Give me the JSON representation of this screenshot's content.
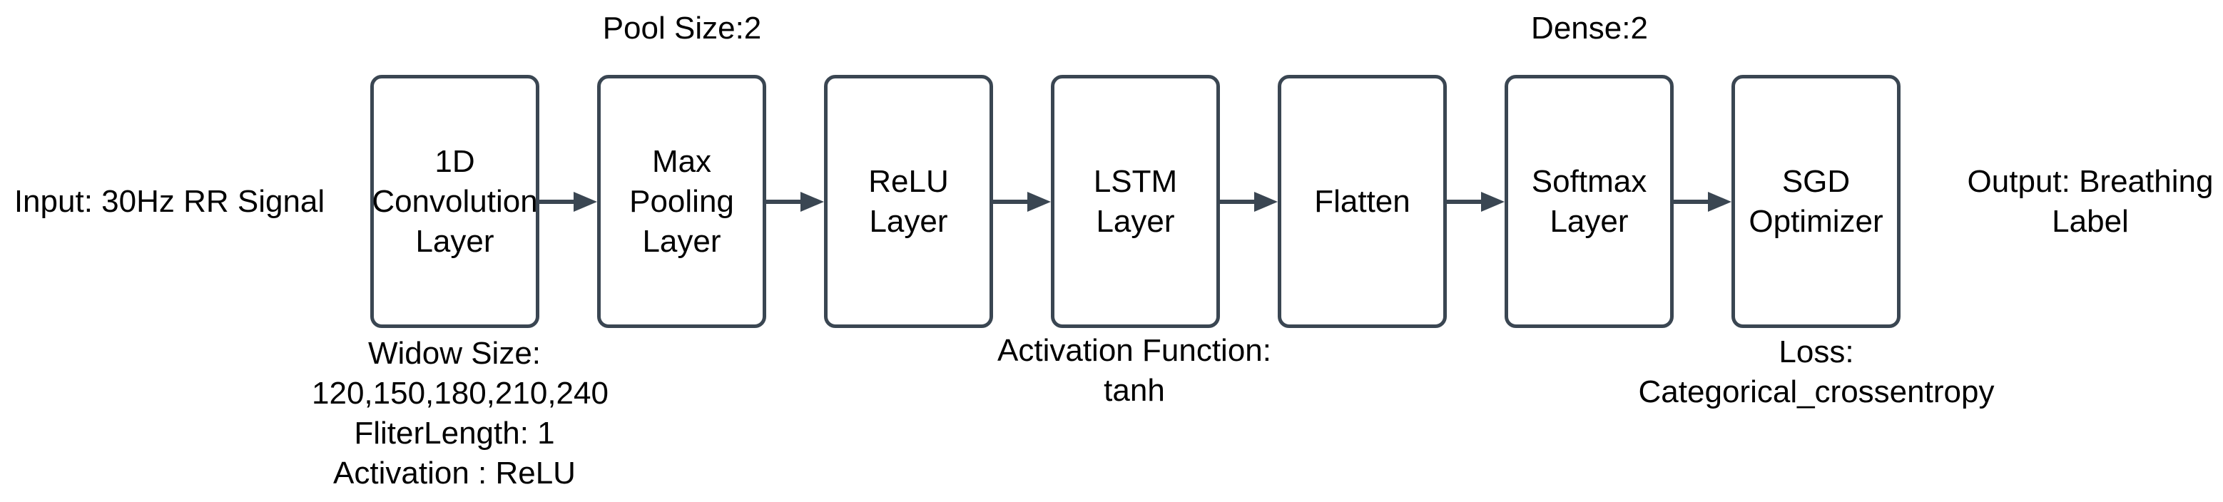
{
  "colors": {
    "stroke": "#3a4652",
    "text": "#000000",
    "background": "#ffffff"
  },
  "input_label": "Input: 30Hz RR Signal",
  "output_label": "Output: Breathing\nLabel",
  "nodes": [
    {
      "label": "1D\nConvolution\nLayer"
    },
    {
      "label": "Max\nPooling\nLayer"
    },
    {
      "label": "ReLU\nLayer"
    },
    {
      "label": "LSTM\nLayer"
    },
    {
      "label": "Flatten"
    },
    {
      "label": "Softmax\nLayer"
    },
    {
      "label": "SGD\nOptimizer"
    }
  ],
  "annotations": {
    "pool_size": "Pool Size:2",
    "dense": "Dense:2",
    "conv_params": "Widow Size:\n120,150,180,210,240\nFliterLength: 1\nActivation : ReLU",
    "lstm_activation": "Activation Function:\ntanh",
    "loss": "Loss:\nCategorical_crossentropy"
  }
}
